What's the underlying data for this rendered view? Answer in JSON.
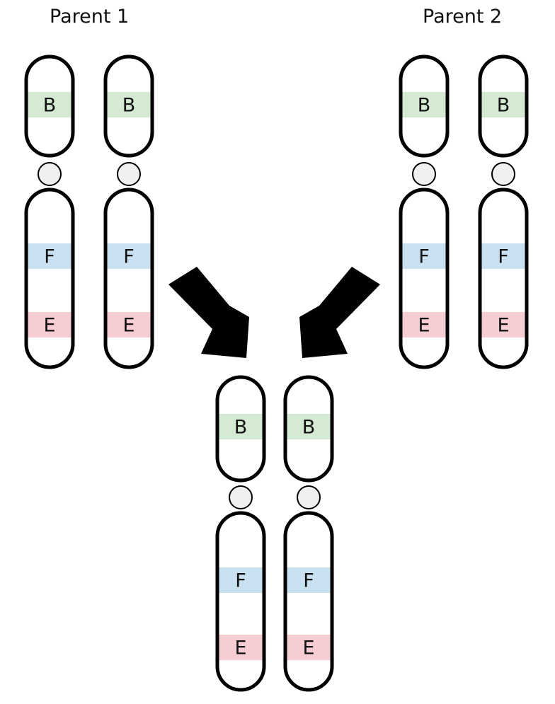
{
  "parents": [
    {
      "label": "Parent 1"
    },
    {
      "label": "Parent 2"
    }
  ],
  "gene_colors": {
    "B": "#d5ead3",
    "F": "#c9e0f0",
    "E": "#f6cdd2"
  },
  "centromere_color": "#f0f0f0",
  "outline_color": "#000000",
  "arrow_color": "#000000",
  "chromosomes": [
    {
      "group": "parent-1",
      "genes": [
        "B",
        "F",
        "E"
      ]
    },
    {
      "group": "parent-1",
      "genes": [
        "B",
        "F",
        "E"
      ]
    },
    {
      "group": "parent-2",
      "genes": [
        "B",
        "F",
        "E"
      ]
    },
    {
      "group": "parent-2",
      "genes": [
        "B",
        "F",
        "E"
      ]
    },
    {
      "group": "offspring",
      "genes": [
        "B",
        "F",
        "E"
      ]
    },
    {
      "group": "offspring",
      "genes": [
        "B",
        "F",
        "E"
      ]
    }
  ]
}
